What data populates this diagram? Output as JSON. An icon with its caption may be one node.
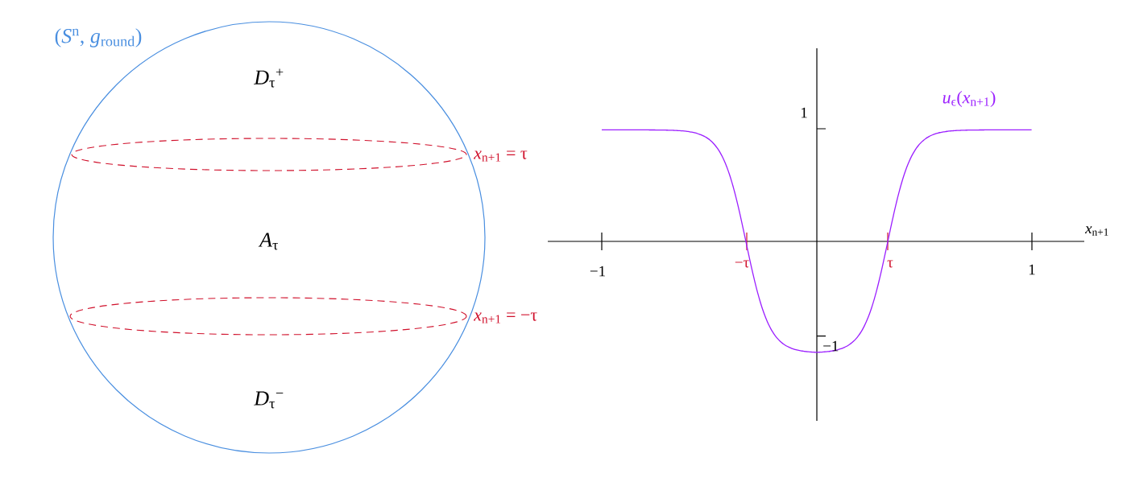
{
  "diagram": {
    "nodes": [
      {
        "text": [
          "(*S*$^{n}$, *g*$_{round}$)"
        ]
      },
      {
        "text": [],
        "shape": "ellipse",
        "in": 0,
        "beside": [
          "*x*$_{n+1}$ = τ"
        ]
      },
      {
        "text": [],
        "shape": "ellipse",
        "in": 0,
        "beside": [
          "*x*$_{n+1}$ = −τ"
        ]
      }
    ],
    "labels": [
      "*D*$_{τ}$$^{+}$",
      "*A*$_{τ}$",
      "*D*$_{τ}$$^{−}$",
      "1",
      "−1",
      "−1",
      "−τ",
      "τ",
      "1",
      "*x*$_{n+1}$",
      "*u*$_{ϵ}$(*x*$_{n+1}$)"
    ]
  }
}
